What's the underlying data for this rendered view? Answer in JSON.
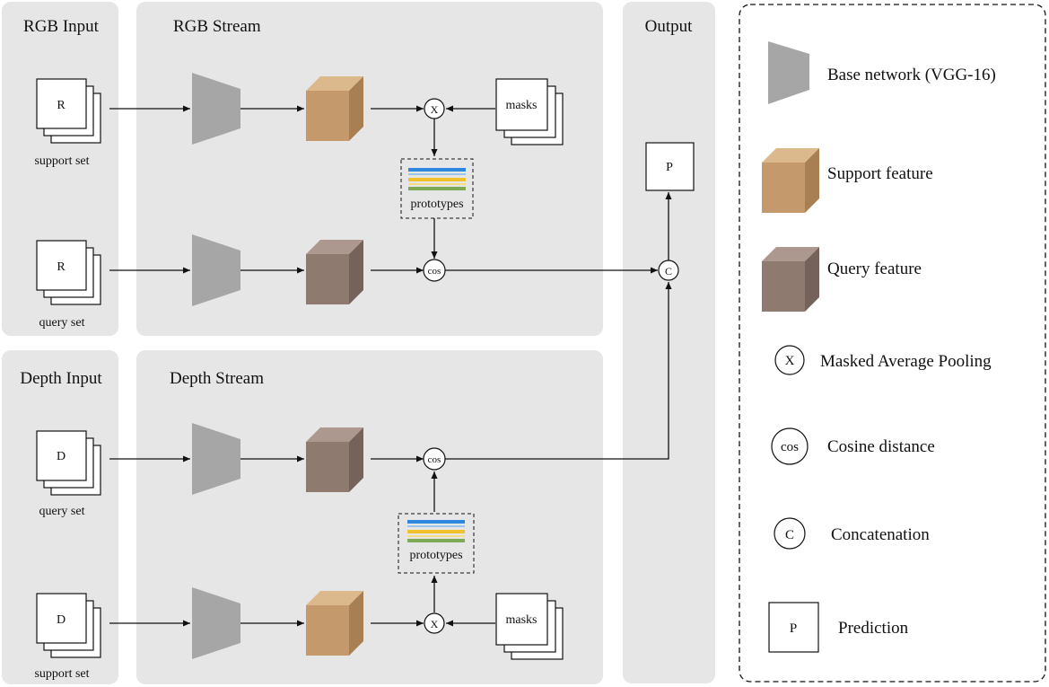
{
  "panels": {
    "rgb_input": "RGB Input",
    "rgb_stream": "RGB Stream",
    "output": "Output",
    "depth_input": "Depth Input",
    "depth_stream": "Depth Stream"
  },
  "inputs": {
    "rgb_support_letter": "R",
    "rgb_support_caption": "support set",
    "rgb_query_letter": "R",
    "rgb_query_caption": "query set",
    "depth_query_letter": "D",
    "depth_query_caption": "query set",
    "depth_support_letter": "D",
    "depth_support_caption": "support set"
  },
  "ops": {
    "masked_pooling": "X",
    "cosine": "cos",
    "concat": "C",
    "prediction": "P",
    "masks": "masks",
    "prototypes": "prototypes"
  },
  "colors": {
    "support_feature": "#c49a6c",
    "query_feature": "#8f7a70",
    "base_network": "#a6a6a6",
    "proto_blue": "#2e86de",
    "proto_yellow": "#f2c12e",
    "proto_green": "#7faa55"
  },
  "legend": {
    "base_network": "Base network (VGG-16)",
    "support_feature": "Support feature",
    "query_feature": "Query feature",
    "masked_pooling_symbol": "X",
    "masked_pooling": "Masked Average Pooling",
    "cosine_symbol": "cos",
    "cosine": "Cosine distance",
    "concat_symbol": "C",
    "concat": "Concatenation",
    "prediction_symbol": "P",
    "prediction": "Prediction"
  }
}
